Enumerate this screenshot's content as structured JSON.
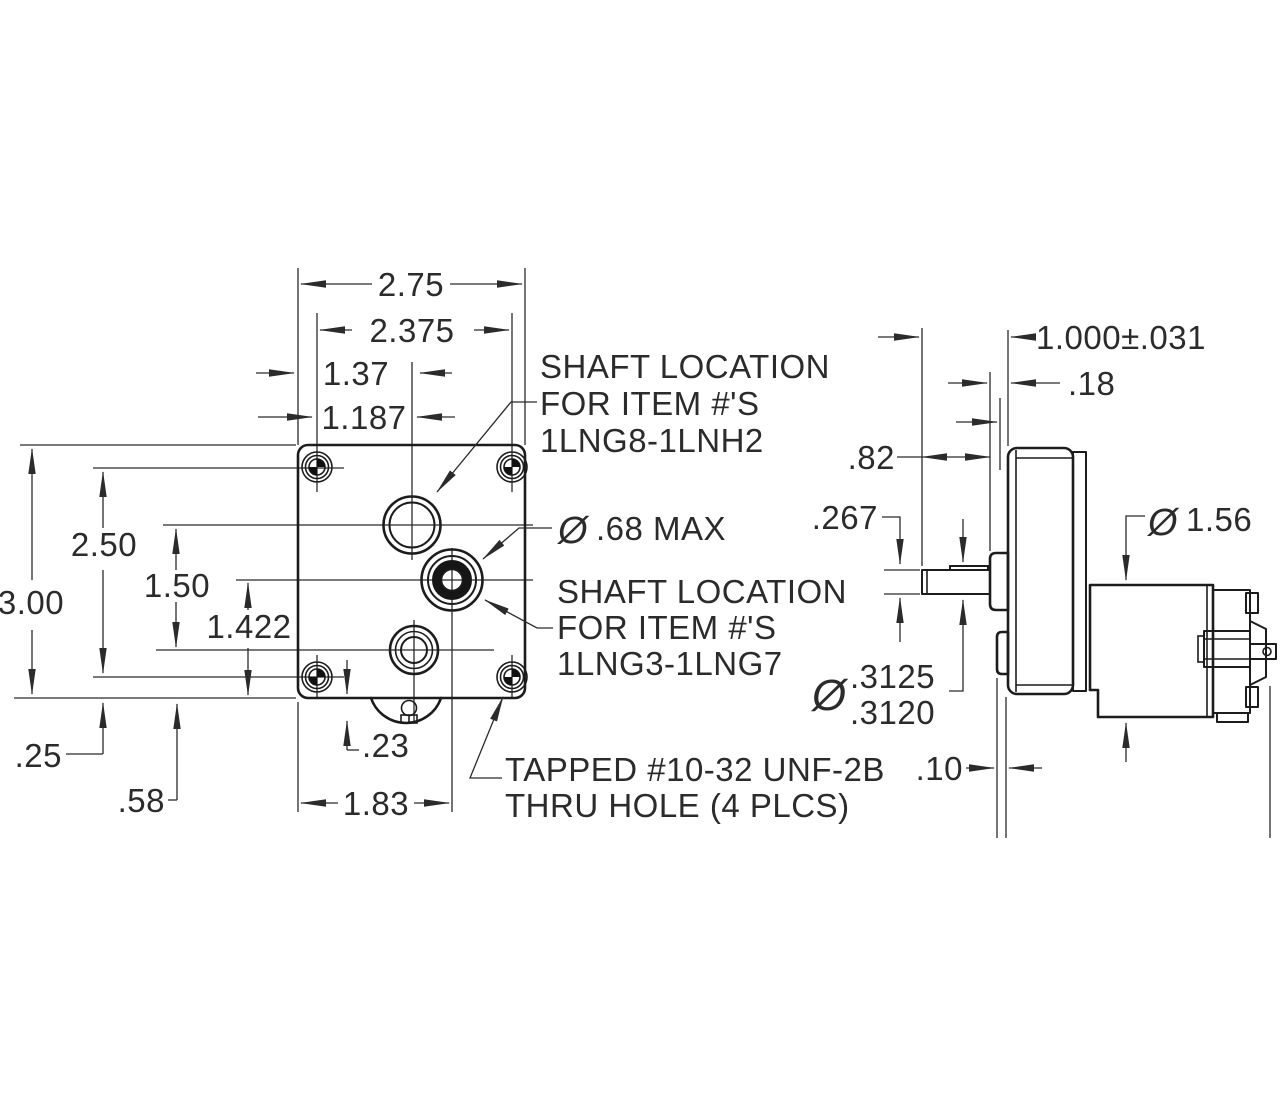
{
  "front_view": {
    "overall_width": "2.75",
    "mount_hole_spacing_x": "2.375",
    "upper_shaft_offset_a": "1.37",
    "upper_shaft_offset_b": "1.187",
    "overall_height": "3.00",
    "mount_hole_spacing_y": "2.50",
    "shaft_center_spacing": "1.50",
    "lower_shaft_height": "1.422",
    "mount_hole_bottom_offset": ".25",
    "lower_hole_bottom_offset": ".58",
    "bump_protrusion": ".23",
    "lower_shaft_from_left": "1.83"
  },
  "side_view": {
    "shaft_length": "1.000±.031",
    "upper_boss_protrusion": ".18",
    "shaft_exposed_length": ".82",
    "shaft_flat_height": ".267",
    "dia_symbol": "Ø",
    "motor_diameter": "1.56",
    "shaft_dia_upper_limit": ".3125",
    "shaft_dia_lower_limit": ".3120",
    "lower_boss_protrusion": ".10"
  },
  "notes": {
    "upper_shaft_note": [
      "SHAFT LOCATION",
      "FOR ITEM #'S",
      "1LNG8-1LNH2"
    ],
    "boss_dia_note": ".68 MAX",
    "lower_shaft_note": [
      "SHAFT LOCATION",
      "FOR ITEM #'S",
      "1LNG3-1LNG7"
    ],
    "tapped_note": [
      "TAPPED #10-32 UNF-2B",
      "THRU HOLE (4 PLCS)"
    ]
  }
}
